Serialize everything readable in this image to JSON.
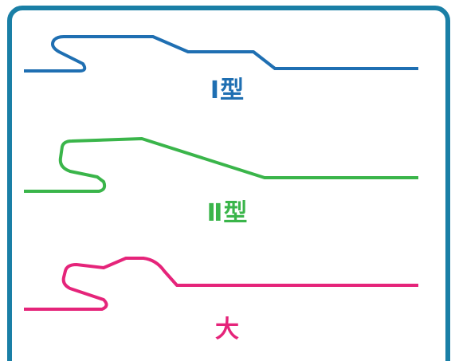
{
  "colors": {
    "frame": "#1a7fa6",
    "type1": "#1f6fb2",
    "type2": "#3ab54a",
    "type3": "#e5247a"
  },
  "labels": {
    "type1": "Ⅰ型",
    "type2": "Ⅱ型",
    "type3": "大"
  }
}
